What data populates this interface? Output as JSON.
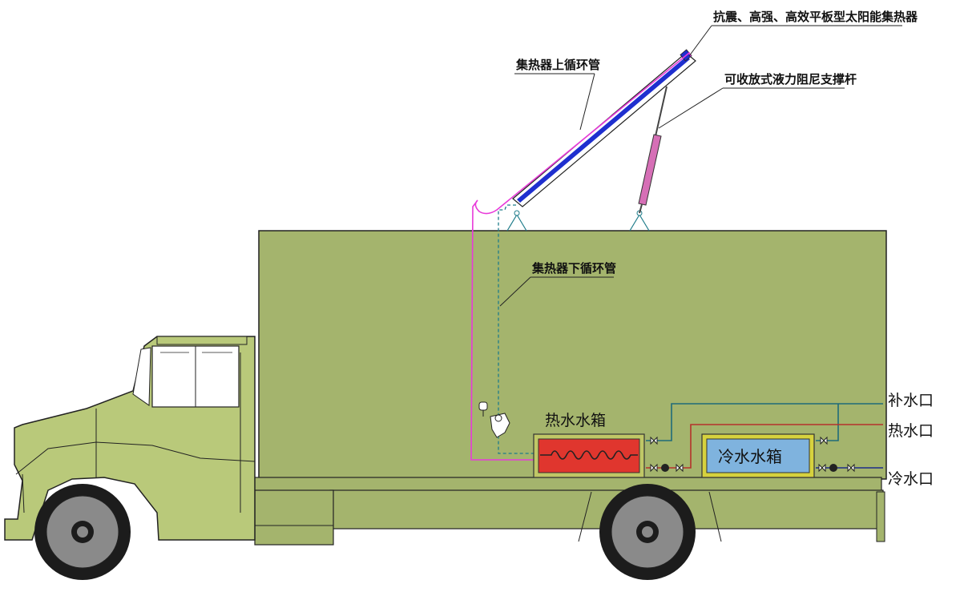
{
  "labels": {
    "collector": "抗震、高强、高效平板型太阳能集热器",
    "upper_pipe": "集热器上循环管",
    "strut": "可收放式液力阻尼支撑杆",
    "lower_pipe": "集热器下循环管",
    "hot_tank": "热水水箱",
    "cold_tank": "冷水水箱",
    "makeup_port": "补水口",
    "hot_port": "热水口",
    "cold_port": "冷水口"
  },
  "colors": {
    "body": "#a4b46d",
    "cab": "#b9c97a",
    "outline": "#222222",
    "hot_tank": "#e0362e",
    "cold_tank": "#7fb3de",
    "tank_frame": "#d6d23e",
    "collector_glass": "#1e2fcf",
    "upper_pipe": "#e83ad9",
    "lower_pipe": "#1f7c8a",
    "hot_line": "#b5322c",
    "makeup_line": "#1f6b7a",
    "cold_line": "#1d2d8a"
  }
}
